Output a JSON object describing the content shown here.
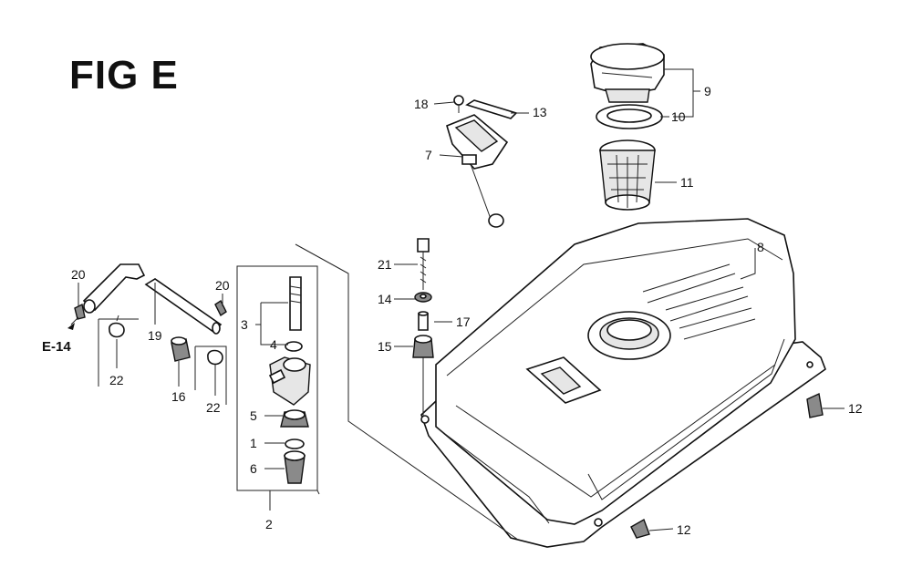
{
  "figure": {
    "title": "FIG E",
    "ref_label": "E-14"
  },
  "callouts": {
    "c1": "1",
    "c2": "2",
    "c3": "3",
    "c4": "4",
    "c5": "5",
    "c6": "6",
    "c7": "7",
    "c8": "8",
    "c9": "9",
    "c10": "10",
    "c11": "11",
    "c12a": "12",
    "c12b": "12",
    "c13": "13",
    "c14": "14",
    "c15": "15",
    "c16": "16",
    "c17": "17",
    "c18": "18",
    "c19": "19",
    "c20a": "20",
    "c20b": "20",
    "c21": "21",
    "c22a": "22",
    "c22b": "22"
  }
}
